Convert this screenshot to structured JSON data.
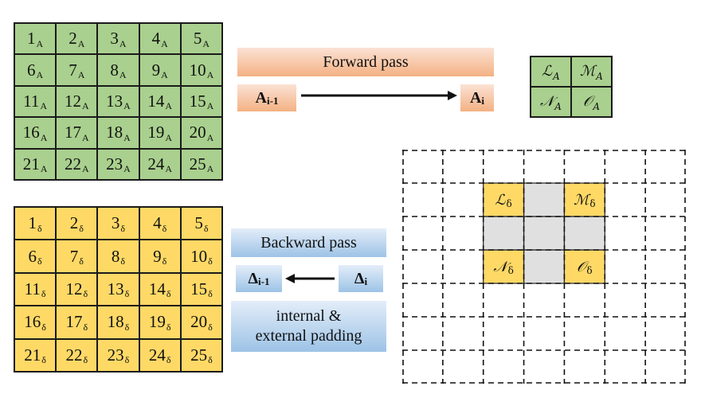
{
  "grid_a": {
    "labels": [
      "1",
      "2",
      "3",
      "4",
      "5",
      "6",
      "7",
      "8",
      "9",
      "10",
      "11",
      "12",
      "13",
      "14",
      "15",
      "16",
      "17",
      "18",
      "19",
      "20",
      "21",
      "22",
      "23",
      "24",
      "25"
    ],
    "subscript": "A"
  },
  "grid_delta": {
    "labels": [
      "1",
      "2",
      "3",
      "4",
      "5",
      "6",
      "7",
      "8",
      "9",
      "10",
      "11",
      "12",
      "13",
      "14",
      "15",
      "16",
      "17",
      "18",
      "19",
      "20",
      "21",
      "22",
      "23",
      "24",
      "25"
    ],
    "subscript": "δ"
  },
  "kernel_a": {
    "labels": [
      "ℒ",
      "ℳ",
      "𝒩",
      "𝒪"
    ],
    "subscript": "A"
  },
  "forward": {
    "label": "Forward pass",
    "input_main": "A",
    "input_sub": "i-1",
    "output_main": "A",
    "output_sub": "i"
  },
  "backward": {
    "label": "Backward pass",
    "input_main": "Δ",
    "input_sub": "i",
    "output_main": "Δ",
    "output_sub": "i-1"
  },
  "padding": {
    "line1": "internal &",
    "line2": "external padding"
  },
  "padded_grid": {
    "kernel": {
      "labels": [
        "ℒ",
        "ℳ",
        "𝒩",
        "𝒪"
      ],
      "subscript": "δ"
    }
  },
  "colors": {
    "green_cell": "#a9d08e",
    "yellow_cell": "#ffd966",
    "grey_cell": "#e0e0e0",
    "forward_banner": "#f4b183",
    "backward_banner": "#9dc3e6"
  }
}
